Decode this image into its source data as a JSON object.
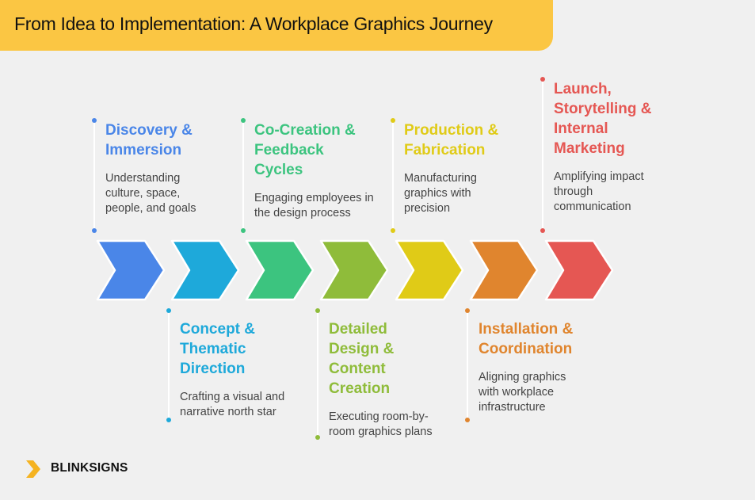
{
  "header": {
    "title": "From Idea to Implementation: A Workplace Graphics Journey",
    "banner_color": "#fbc643"
  },
  "steps": [
    {
      "title": "Discovery & Immersion",
      "lines": [
        "Discovery &",
        "Immersion"
      ],
      "description": "Understanding culture, space, people, and goals",
      "color": "#4a86e8",
      "position": "top"
    },
    {
      "title": "Concept & Thematic Direction",
      "lines": [
        "Concept &",
        "Thematic",
        "Direction"
      ],
      "description": "Crafting a visual and narrative north star",
      "color": "#1ea9da",
      "position": "bottom"
    },
    {
      "title": "Co-Creation & Feedback Cycles",
      "lines": [
        "Co-Creation &",
        "Feedback",
        "Cycles"
      ],
      "description": "Engaging employees in the design process",
      "color": "#3cc47f",
      "position": "top"
    },
    {
      "title": "Detailed Design & Content Creation",
      "lines": [
        "Detailed",
        "Design &",
        "Content",
        "Creation"
      ],
      "description": "Executing room-by-room graphics plans",
      "color": "#8fbc3a",
      "position": "bottom"
    },
    {
      "title": "Production & Fabrication",
      "lines": [
        "Production &",
        "Fabrication"
      ],
      "description": "Manufacturing graphics with precision",
      "color": "#e0cb17",
      "position": "top"
    },
    {
      "title": "Installation & Coordination",
      "lines": [
        "Installation &",
        "Coordination"
      ],
      "description": "Aligning graphics with workplace infrastructure",
      "color": "#e0852e",
      "position": "bottom"
    },
    {
      "title": "Launch, Storytelling & Internal Marketing",
      "lines": [
        "Launch,",
        "Storytelling &",
        "Internal",
        "Marketing"
      ],
      "description": "Amplifying impact through communication",
      "color": "#e55753",
      "position": "top"
    }
  ],
  "brand": {
    "name": "BLINKSIGNS",
    "icon": "chevron-right-icon",
    "color": "#f5b321"
  }
}
